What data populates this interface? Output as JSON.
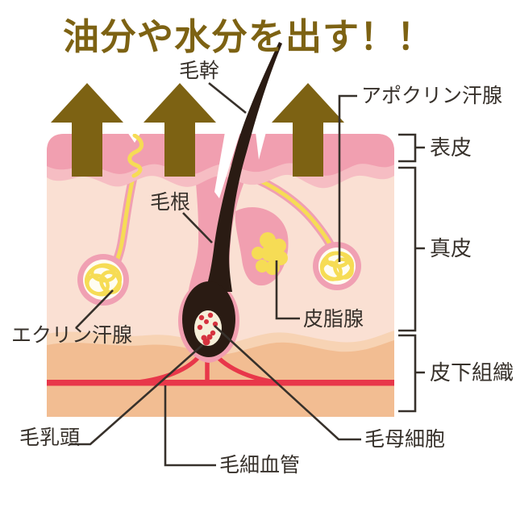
{
  "title": {
    "text": "油分や水分を出す！！"
  },
  "diagram": {
    "part_labels": {
      "hair_shaft": "毛幹",
      "apocrine_sweat_gland": "アポクリン汗腺",
      "hair_root": "毛根",
      "eccrine_sweat_gland": "エクリン汗腺",
      "sebaceous_gland": "皮脂腺",
      "hair_papilla": "毛乳頭",
      "capillary": "毛細血管",
      "hair_matrix_cells": "毛母細胞"
    },
    "layer_labels": {
      "epidermis": "表皮",
      "dermis": "真皮",
      "subcutaneous_tissue": "皮下組織"
    }
  },
  "colors": {
    "title": "#7d6213",
    "arrow": "#7d6213",
    "label_text": "#37312b",
    "leader_line": "#37312b",
    "epidermis": "#f19fb0",
    "epidermis_light": "#f6bdc3",
    "dermis": "#fae0d3",
    "subcutis_light": "#f7d3b4",
    "subcutis": "#f2bd92",
    "blood_vessel": "#e8374a",
    "gland_yellow": "#f6dc55",
    "gland_halo": "#f0a0b3",
    "gland_core": "#fffdf2",
    "hair": "#2a1b13",
    "papilla": "#f6efd9",
    "papilla_dot": "#d6333f"
  }
}
